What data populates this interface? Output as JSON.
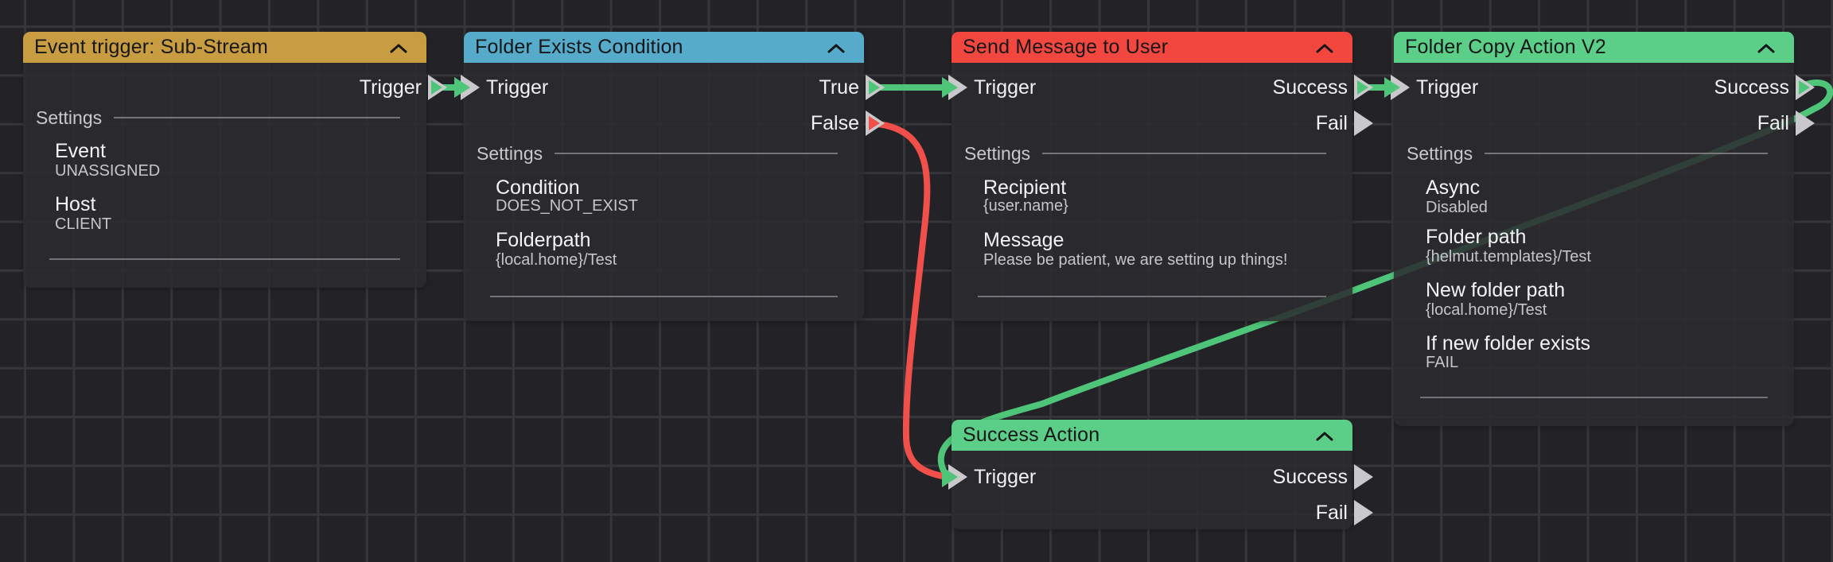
{
  "app": {
    "type": "workflow-node-editor"
  },
  "colors": {
    "canvas_bg": "#232327",
    "grid_line": "#36363a",
    "node_bg": "#2c2c2f",
    "trigger_header": "#c89c41",
    "condition_header": "#55abc9",
    "message_header": "#f2473f",
    "action_header": "#5bce87",
    "wire_green": "#4fc57a",
    "wire_red": "#f05049",
    "port_gray": "#c9c9cc"
  },
  "nodes": [
    {
      "title": "Event trigger: Sub-Stream",
      "settings_label": "Settings",
      "inputs": [],
      "outputs": [
        {
          "label": "Trigger"
        }
      ],
      "settings": [
        {
          "name": "Event",
          "value": "UNASSIGNED"
        },
        {
          "name": "Host",
          "value": "CLIENT"
        }
      ]
    },
    {
      "title": "Folder Exists Condition",
      "settings_label": "Settings",
      "inputs": [
        {
          "label": "Trigger"
        }
      ],
      "outputs": [
        {
          "label": "True"
        },
        {
          "label": "False"
        }
      ],
      "settings": [
        {
          "name": "Condition",
          "value": "DOES_NOT_EXIST"
        },
        {
          "name": "Folderpath",
          "value": "{local.home}/Test"
        }
      ]
    },
    {
      "title": "Send Message to User",
      "settings_label": "Settings",
      "inputs": [
        {
          "label": "Trigger"
        }
      ],
      "outputs": [
        {
          "label": "Success"
        },
        {
          "label": "Fail"
        }
      ],
      "settings": [
        {
          "name": "Recipient",
          "value": "{user.name}"
        },
        {
          "name": "Message",
          "value": "Please be patient, we are setting up things!"
        }
      ]
    },
    {
      "title": "Folder Copy Action V2",
      "settings_label": "Settings",
      "inputs": [
        {
          "label": "Trigger"
        }
      ],
      "outputs": [
        {
          "label": "Success"
        },
        {
          "label": "Fail"
        }
      ],
      "settings": [
        {
          "name": "Async",
          "value": "Disabled"
        },
        {
          "name": "Folder path",
          "value": "{helmut.templates}/Test"
        },
        {
          "name": "New folder path",
          "value": "{local.home}/Test"
        },
        {
          "name": "If new folder exists",
          "value": "FAIL"
        }
      ]
    },
    {
      "title": "Success Action",
      "settings_label": "",
      "inputs": [
        {
          "label": "Trigger"
        }
      ],
      "outputs": [
        {
          "label": "Success"
        },
        {
          "label": "Fail"
        }
      ],
      "settings": []
    }
  ],
  "connections": [
    {
      "from": "Event trigger: Sub-Stream.Trigger",
      "to": "Folder Exists Condition.Trigger",
      "color": "#4fc57a"
    },
    {
      "from": "Folder Exists Condition.True",
      "to": "Send Message to User.Trigger",
      "color": "#4fc57a"
    },
    {
      "from": "Folder Exists Condition.False",
      "to": "Success Action.Trigger",
      "color": "#f05049"
    },
    {
      "from": "Send Message to User.Success",
      "to": "Folder Copy Action V2.Trigger",
      "color": "#4fc57a"
    },
    {
      "from": "Folder Copy Action V2.Success",
      "to": "Success Action.Trigger",
      "color": "#4fc57a"
    }
  ]
}
